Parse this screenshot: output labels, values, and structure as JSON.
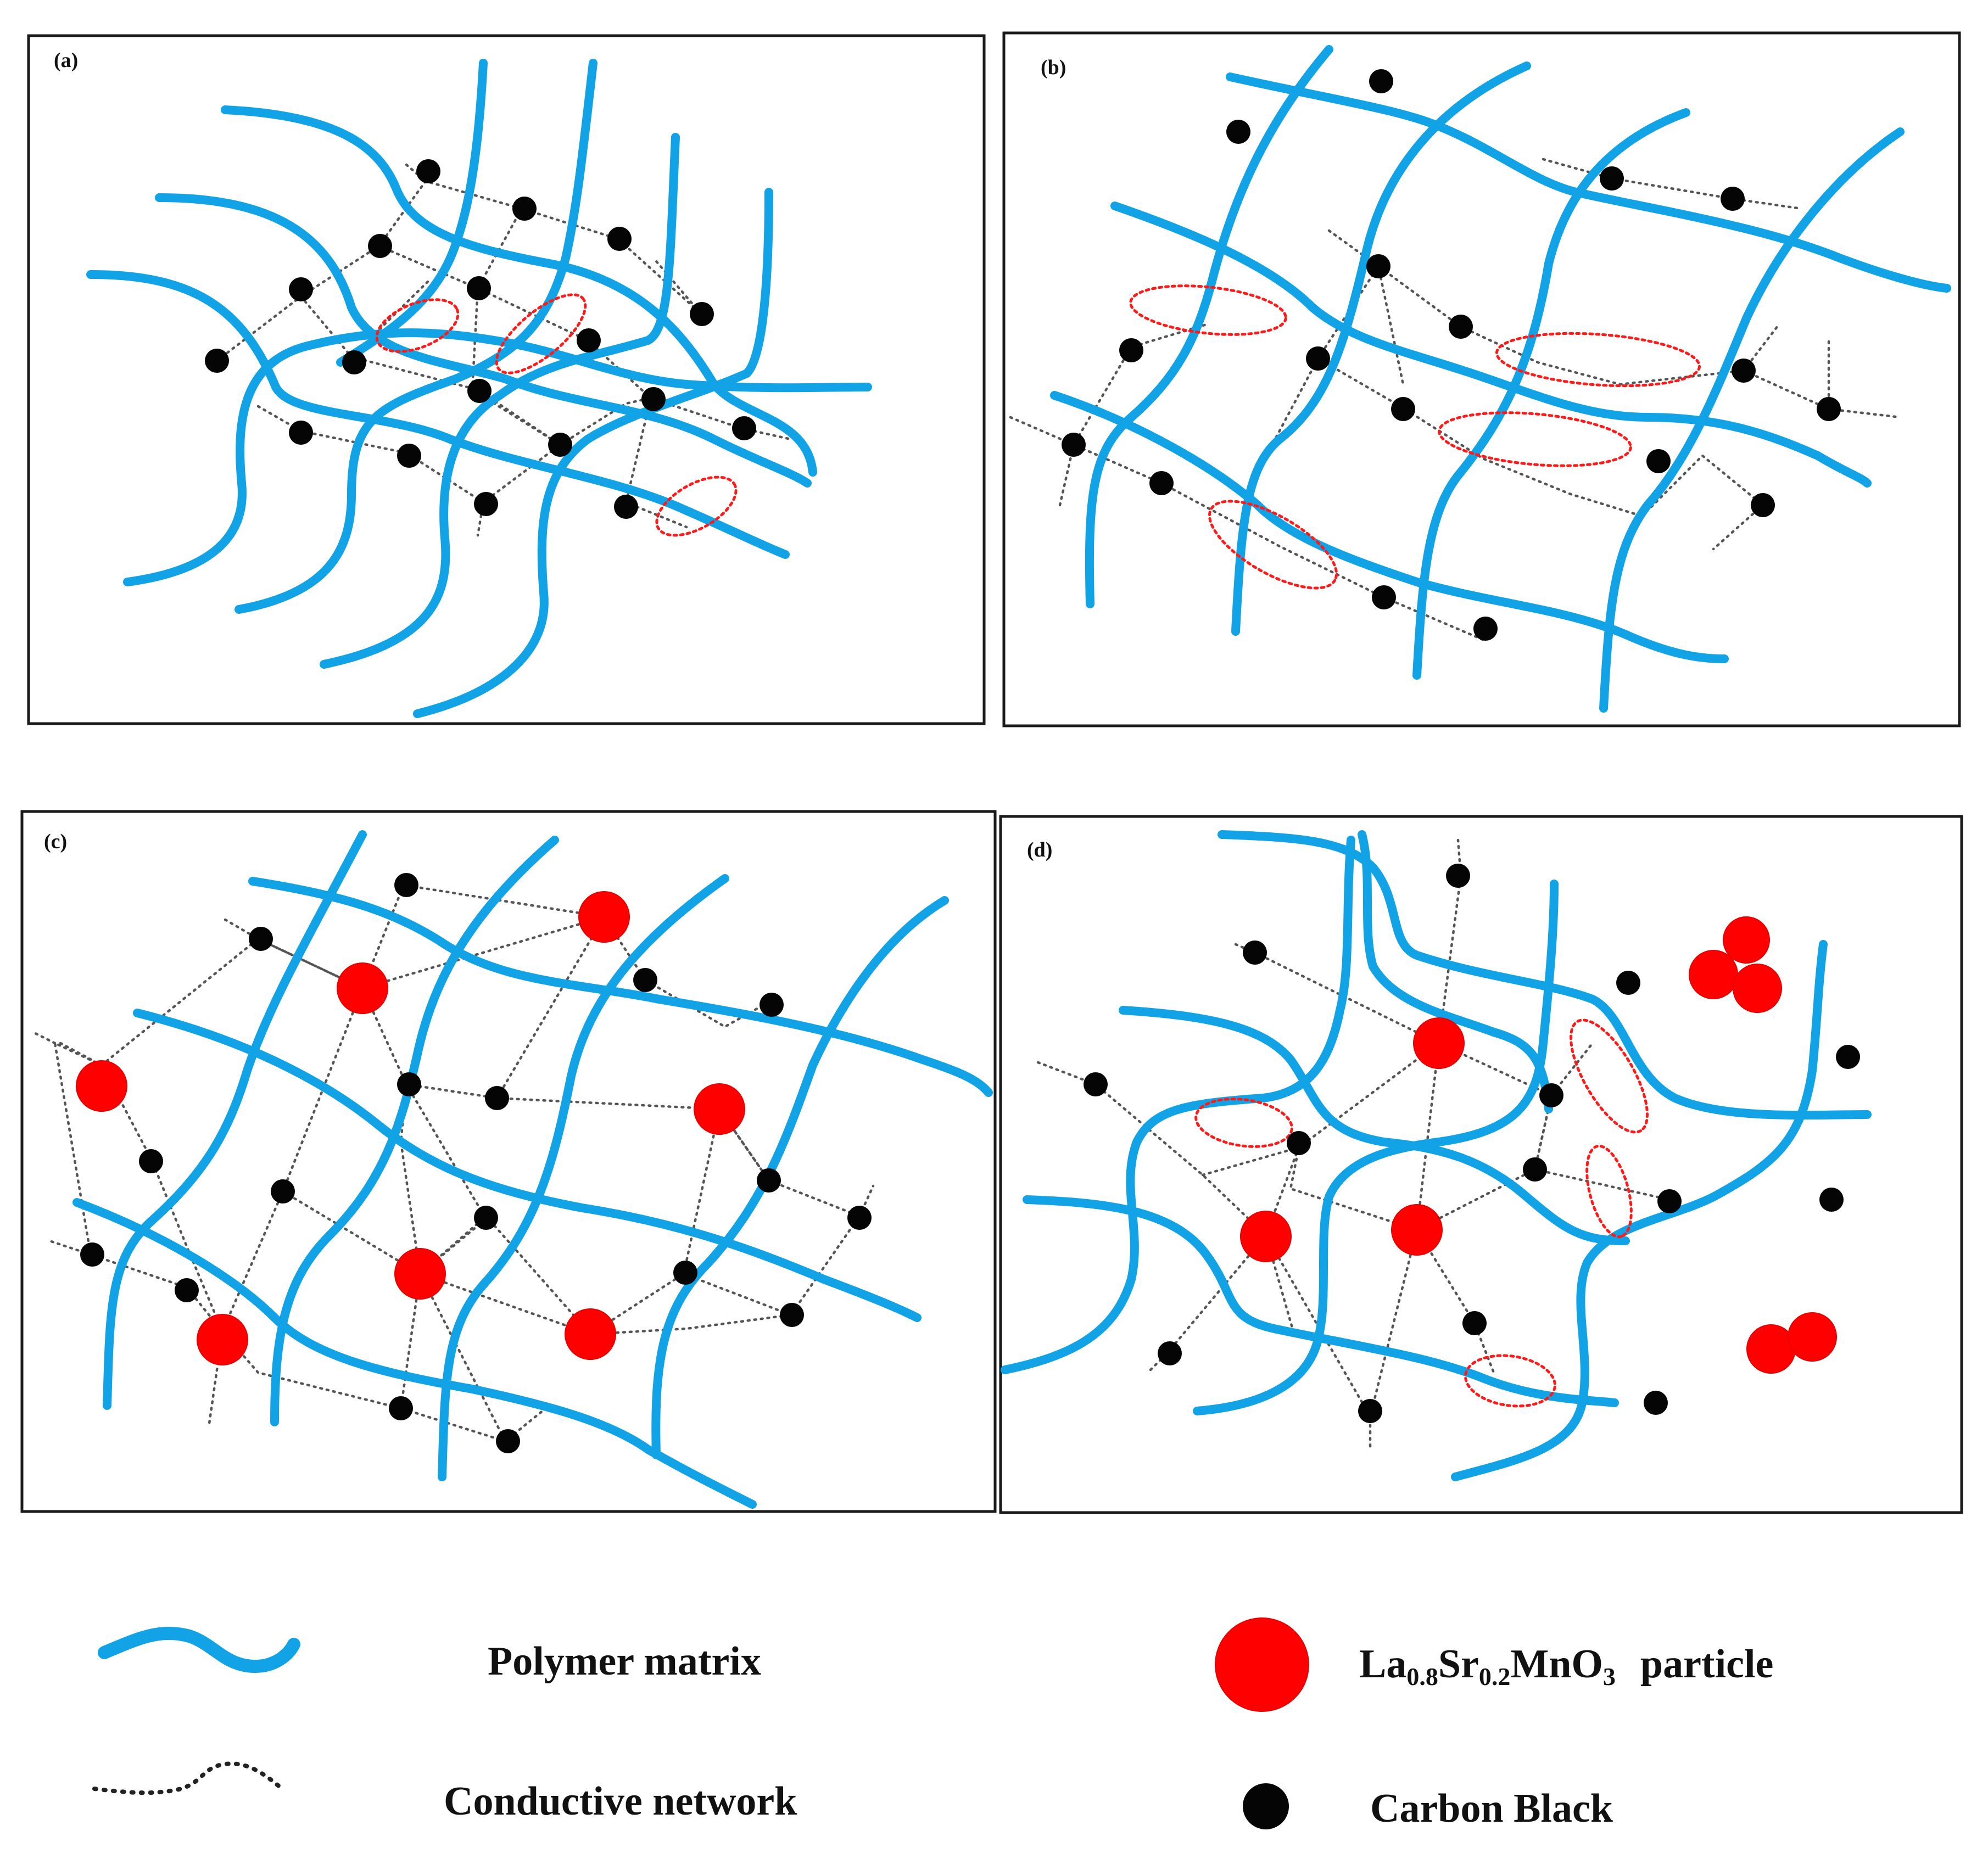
{
  "panels": [
    {
      "id": "a",
      "label": "(a)"
    },
    {
      "id": "b",
      "label": "(b)"
    },
    {
      "id": "c",
      "label": "(c)"
    },
    {
      "id": "d",
      "label": "(d)"
    }
  ],
  "legend": {
    "polymer": "Polymer matrix",
    "network": "Conductive network",
    "lsmo_prefix": "La",
    "lsmo_sub1": "0.8",
    "lsmo_mid": "Sr",
    "lsmo_sub2": "0.2",
    "lsmo_mid2": "MnO",
    "lsmo_sub3": "3",
    "lsmo_suffix": "particle",
    "carbon": "Carbon Black"
  },
  "colors": {
    "polymer": "#12a2e6",
    "lsmo": "#ff0000",
    "carbon": "#050505",
    "gap": "#ff1a1a"
  }
}
